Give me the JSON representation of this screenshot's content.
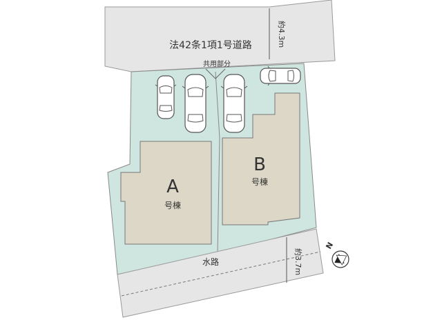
{
  "road_top": {
    "label": "法42条1項1号道路",
    "width_label": "約4.3m"
  },
  "shared_area_label": "共用部分",
  "building_a": {
    "letter": "A",
    "suffix": "号棟"
  },
  "building_b": {
    "letter": "B",
    "suffix": "号棟"
  },
  "waterway": {
    "label": "水路",
    "width_label": "約3.7m"
  },
  "compass": {
    "north_label": "N"
  },
  "colors": {
    "road": "#e6e6e6",
    "lot": "#cfe5e0",
    "building": "#ddd7c7",
    "outline": "#888888"
  },
  "icons": {
    "car": "car-icon",
    "compass": "compass-icon"
  }
}
